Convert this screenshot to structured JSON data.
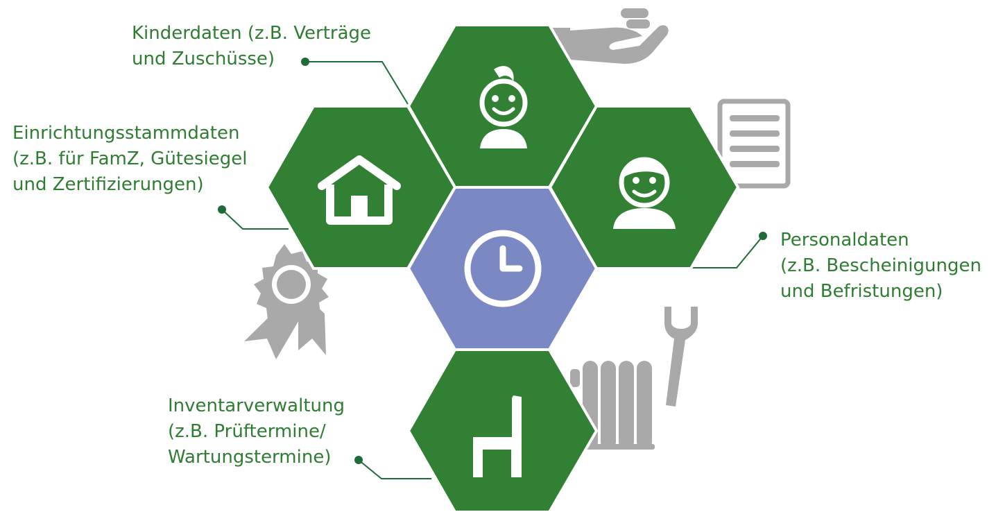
{
  "colors": {
    "label_text": "#2E7D32",
    "hex_green": "#318034",
    "hex_center": "#7A88C4",
    "hex_border": "#ffffff",
    "icon_gray": "#A9A9A9",
    "leader_line": "#1F6B3A"
  },
  "hexagons": [
    {
      "role": "kinderdaten",
      "icon": "child-face-icon"
    },
    {
      "role": "einrichtung",
      "icon": "house-icon"
    },
    {
      "role": "personal",
      "icon": "adult-face-icon"
    },
    {
      "role": "zentrale",
      "icon": "clock-icon"
    },
    {
      "role": "inventar",
      "icon": "chair-icon"
    }
  ],
  "decorative_icons": [
    "hand-with-coins-icon",
    "document-icon",
    "award-rosette-icon",
    "radiator-icon",
    "wrench-icon"
  ],
  "labels": {
    "kinderdaten": [
      "Kinderdaten (z.B. Verträge",
      "und Zuschüsse)"
    ],
    "einrichtung": [
      "Einrichtungsstammdaten",
      "(z.B. für FamZ, Gütesiegel",
      "und Zertifizierungen)"
    ],
    "personal": [
      "Personaldaten",
      "(z.B. Bescheinigungen",
      "und Befristungen)"
    ],
    "inventar": [
      "Inventarverwaltung",
      "(z.B. Prüftermine/",
      "Wartungstermine)"
    ]
  }
}
